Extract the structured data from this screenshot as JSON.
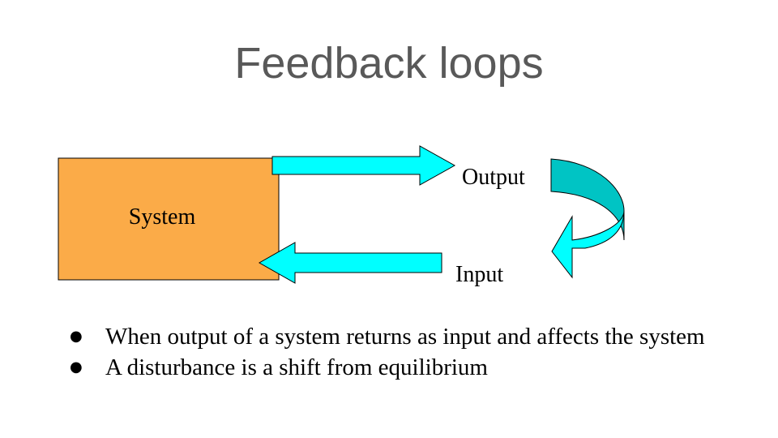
{
  "slide": {
    "title": "Feedback loops"
  },
  "diagram": {
    "system_label": "System",
    "output_label": "Output",
    "input_label": "Input",
    "colors": {
      "system_box": "#FBAB48",
      "arrow": "#00FFFF",
      "curved_arrow_back": "#00C4C4"
    }
  },
  "bullets": [
    "When output of a system returns as input and affects the system",
    "A disturbance is a shift from equilibrium"
  ]
}
